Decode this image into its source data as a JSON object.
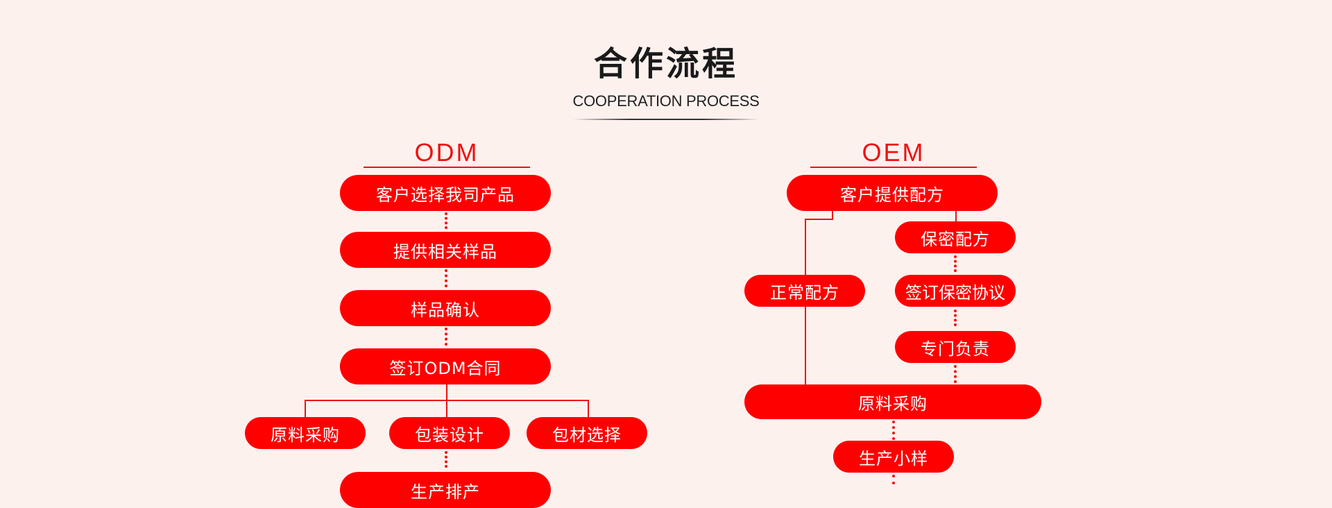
{
  "header": {
    "title": "合作流程",
    "subtitle": "COOPERATION PROCESS"
  },
  "odm": {
    "title": "ODM",
    "steps": [
      "客户选择我司产品",
      "提供相关样品",
      "样品确认",
      "签订ODM合同"
    ],
    "branches": [
      "原料采购",
      "包装设计",
      "包材选择"
    ],
    "next": "生产排产"
  },
  "oem": {
    "title": "OEM",
    "start": "客户提供配方",
    "normal": "正常配方",
    "confidential": [
      "保密配方",
      "签订保密协议",
      "专门负责"
    ],
    "merge": "原料采购",
    "sample": "生产小样"
  },
  "colors": {
    "accent": "#ff0000",
    "background": "#fdf1ee",
    "text_on_accent": "#ffffff"
  }
}
